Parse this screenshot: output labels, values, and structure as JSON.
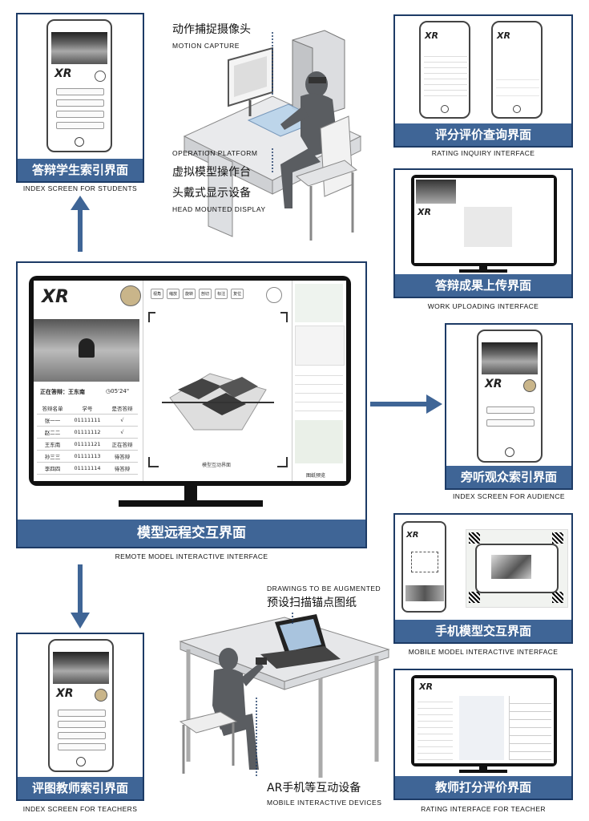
{
  "panels": {
    "students": {
      "title": "答辩学生索引界面",
      "subtitle": "INDEX SCREEN FOR STUDENTS"
    },
    "rating_inquiry": {
      "title": "评分评价查询界面",
      "subtitle": "RATING INQUIRY INTERFACE"
    },
    "work_upload": {
      "title": "答辩成果上传界面",
      "subtitle": "WORK UPLOADING INTERFACE"
    },
    "remote": {
      "title": "模型远程交互界面",
      "subtitle": "REMOTE MODEL INTERACTIVE INTERFACE"
    },
    "audience": {
      "title": "旁听观众索引界面",
      "subtitle": "INDEX SCREEN FOR AUDIENCE"
    },
    "mobile_model": {
      "title": "手机模型交互界面",
      "subtitle": "MOBILE MODEL INTERACTIVE INTERFACE"
    },
    "teachers": {
      "title": "评图教师索引界面",
      "subtitle": "INDEX SCREEN FOR TEACHERS"
    },
    "teacher_rating": {
      "title": "教师打分评价界面",
      "subtitle": "RATING INTERFACE FOR TEACHER"
    }
  },
  "labels": {
    "motion_capture_cn": "动作捕捉摄像头",
    "motion_capture_en": "MOTION CAPTURE",
    "operation_platform_en": "OPERATION PLATFORM",
    "operation_platform_cn": "虚拟模型操作台",
    "hmd_cn": "头戴式显示设备",
    "hmd_en": "HEAD MOUNTED DISPLAY",
    "drawings_en": "DRAWINGS TO BE AUGMENTED",
    "drawings_cn": "预设扫描锚点图纸",
    "mobile_devices_cn": "AR手机等互动设备",
    "mobile_devices_en": "MOBILE INTERACTIVE DEVICES"
  },
  "remote_screen": {
    "logo": "XR",
    "now_presenting_label": "正在答辩：",
    "now_presenting_name": "王东南",
    "timer": "05'24\"",
    "model_caption": "模型互动界面",
    "drawing_caption": "图纸预览",
    "table_headers": [
      "答辩名单",
      "学号",
      "是否答辩"
    ],
    "table_rows": [
      [
        "张一一",
        "01111111",
        "√"
      ],
      [
        "赵二二",
        "01111112",
        "√"
      ],
      [
        "王东南",
        "01111121",
        "正在答辩"
      ],
      [
        "孙三三",
        "01111113",
        "待答辩"
      ],
      [
        "李四四",
        "01111114",
        "待答辩"
      ]
    ],
    "tool_icons": [
      "视角",
      "缩放",
      "旋转",
      "剖切",
      "标注",
      "复位"
    ]
  },
  "phone_logo": "XR",
  "colors": {
    "banner": "#3f6596",
    "border": "#1d3b66",
    "arrow": "#3f6596",
    "silhouette": "#5a5d61"
  }
}
